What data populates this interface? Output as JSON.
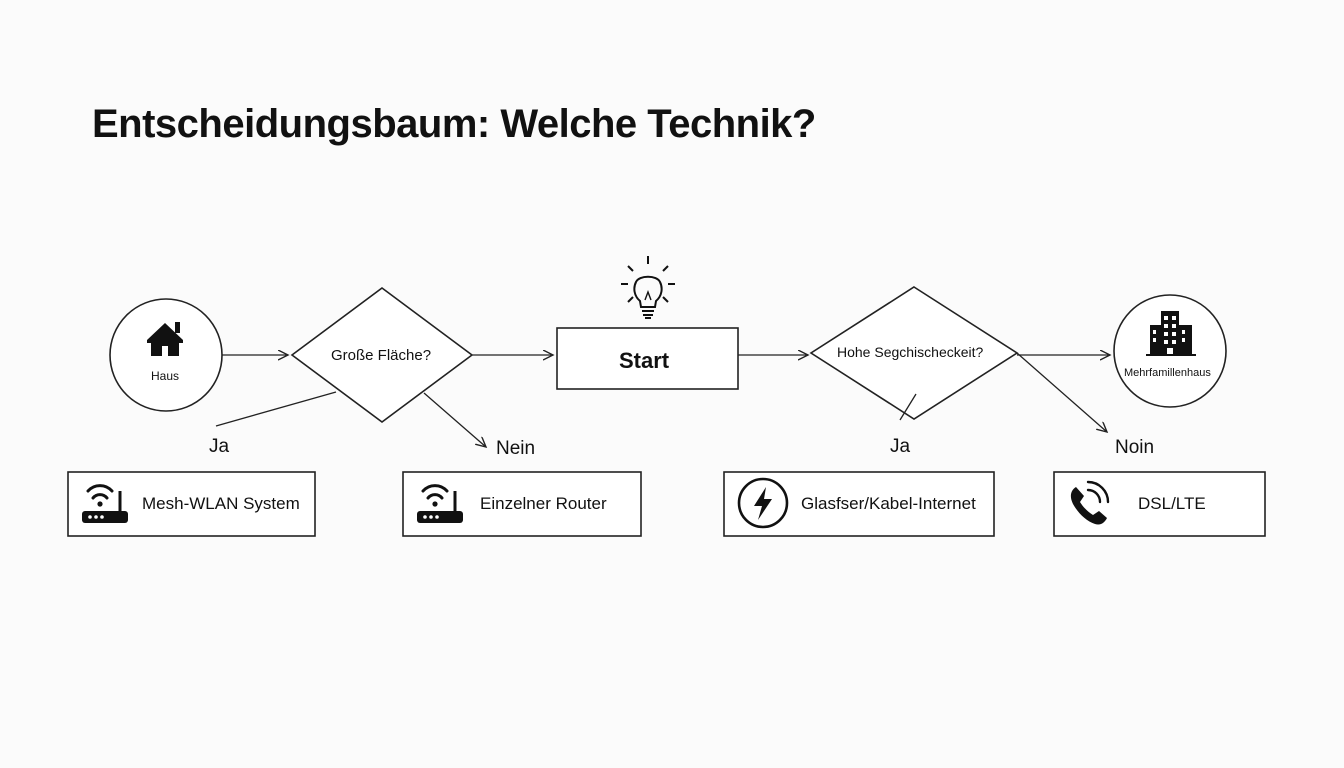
{
  "title": "Entscheidungsbaum: Welche Technik?",
  "nodes": {
    "house": {
      "label": "Haus",
      "icon": "house-icon"
    },
    "decision_area": {
      "label": "Große Fläche?"
    },
    "start": {
      "label": "Start",
      "icon": "lightbulb-icon"
    },
    "decision_speed": {
      "label": "Hohe Segchischeckeit?"
    },
    "apartment": {
      "label": "Mehrfamillenhaus",
      "icon": "building-icon"
    }
  },
  "branches": {
    "area_yes": "Ja",
    "area_no": "Nein",
    "speed_yes": "Ja",
    "speed_no": "Noin"
  },
  "results": [
    {
      "label": "Mesh-WLAN System",
      "icon": "wifi-router-icon"
    },
    {
      "label": "Einzelner Router",
      "icon": "wifi-router-icon"
    },
    {
      "label": "Glasfser/Kabel-Internet",
      "icon": "lightning-icon"
    },
    {
      "label": "DSL/LTE",
      "icon": "phone-icon"
    }
  ]
}
